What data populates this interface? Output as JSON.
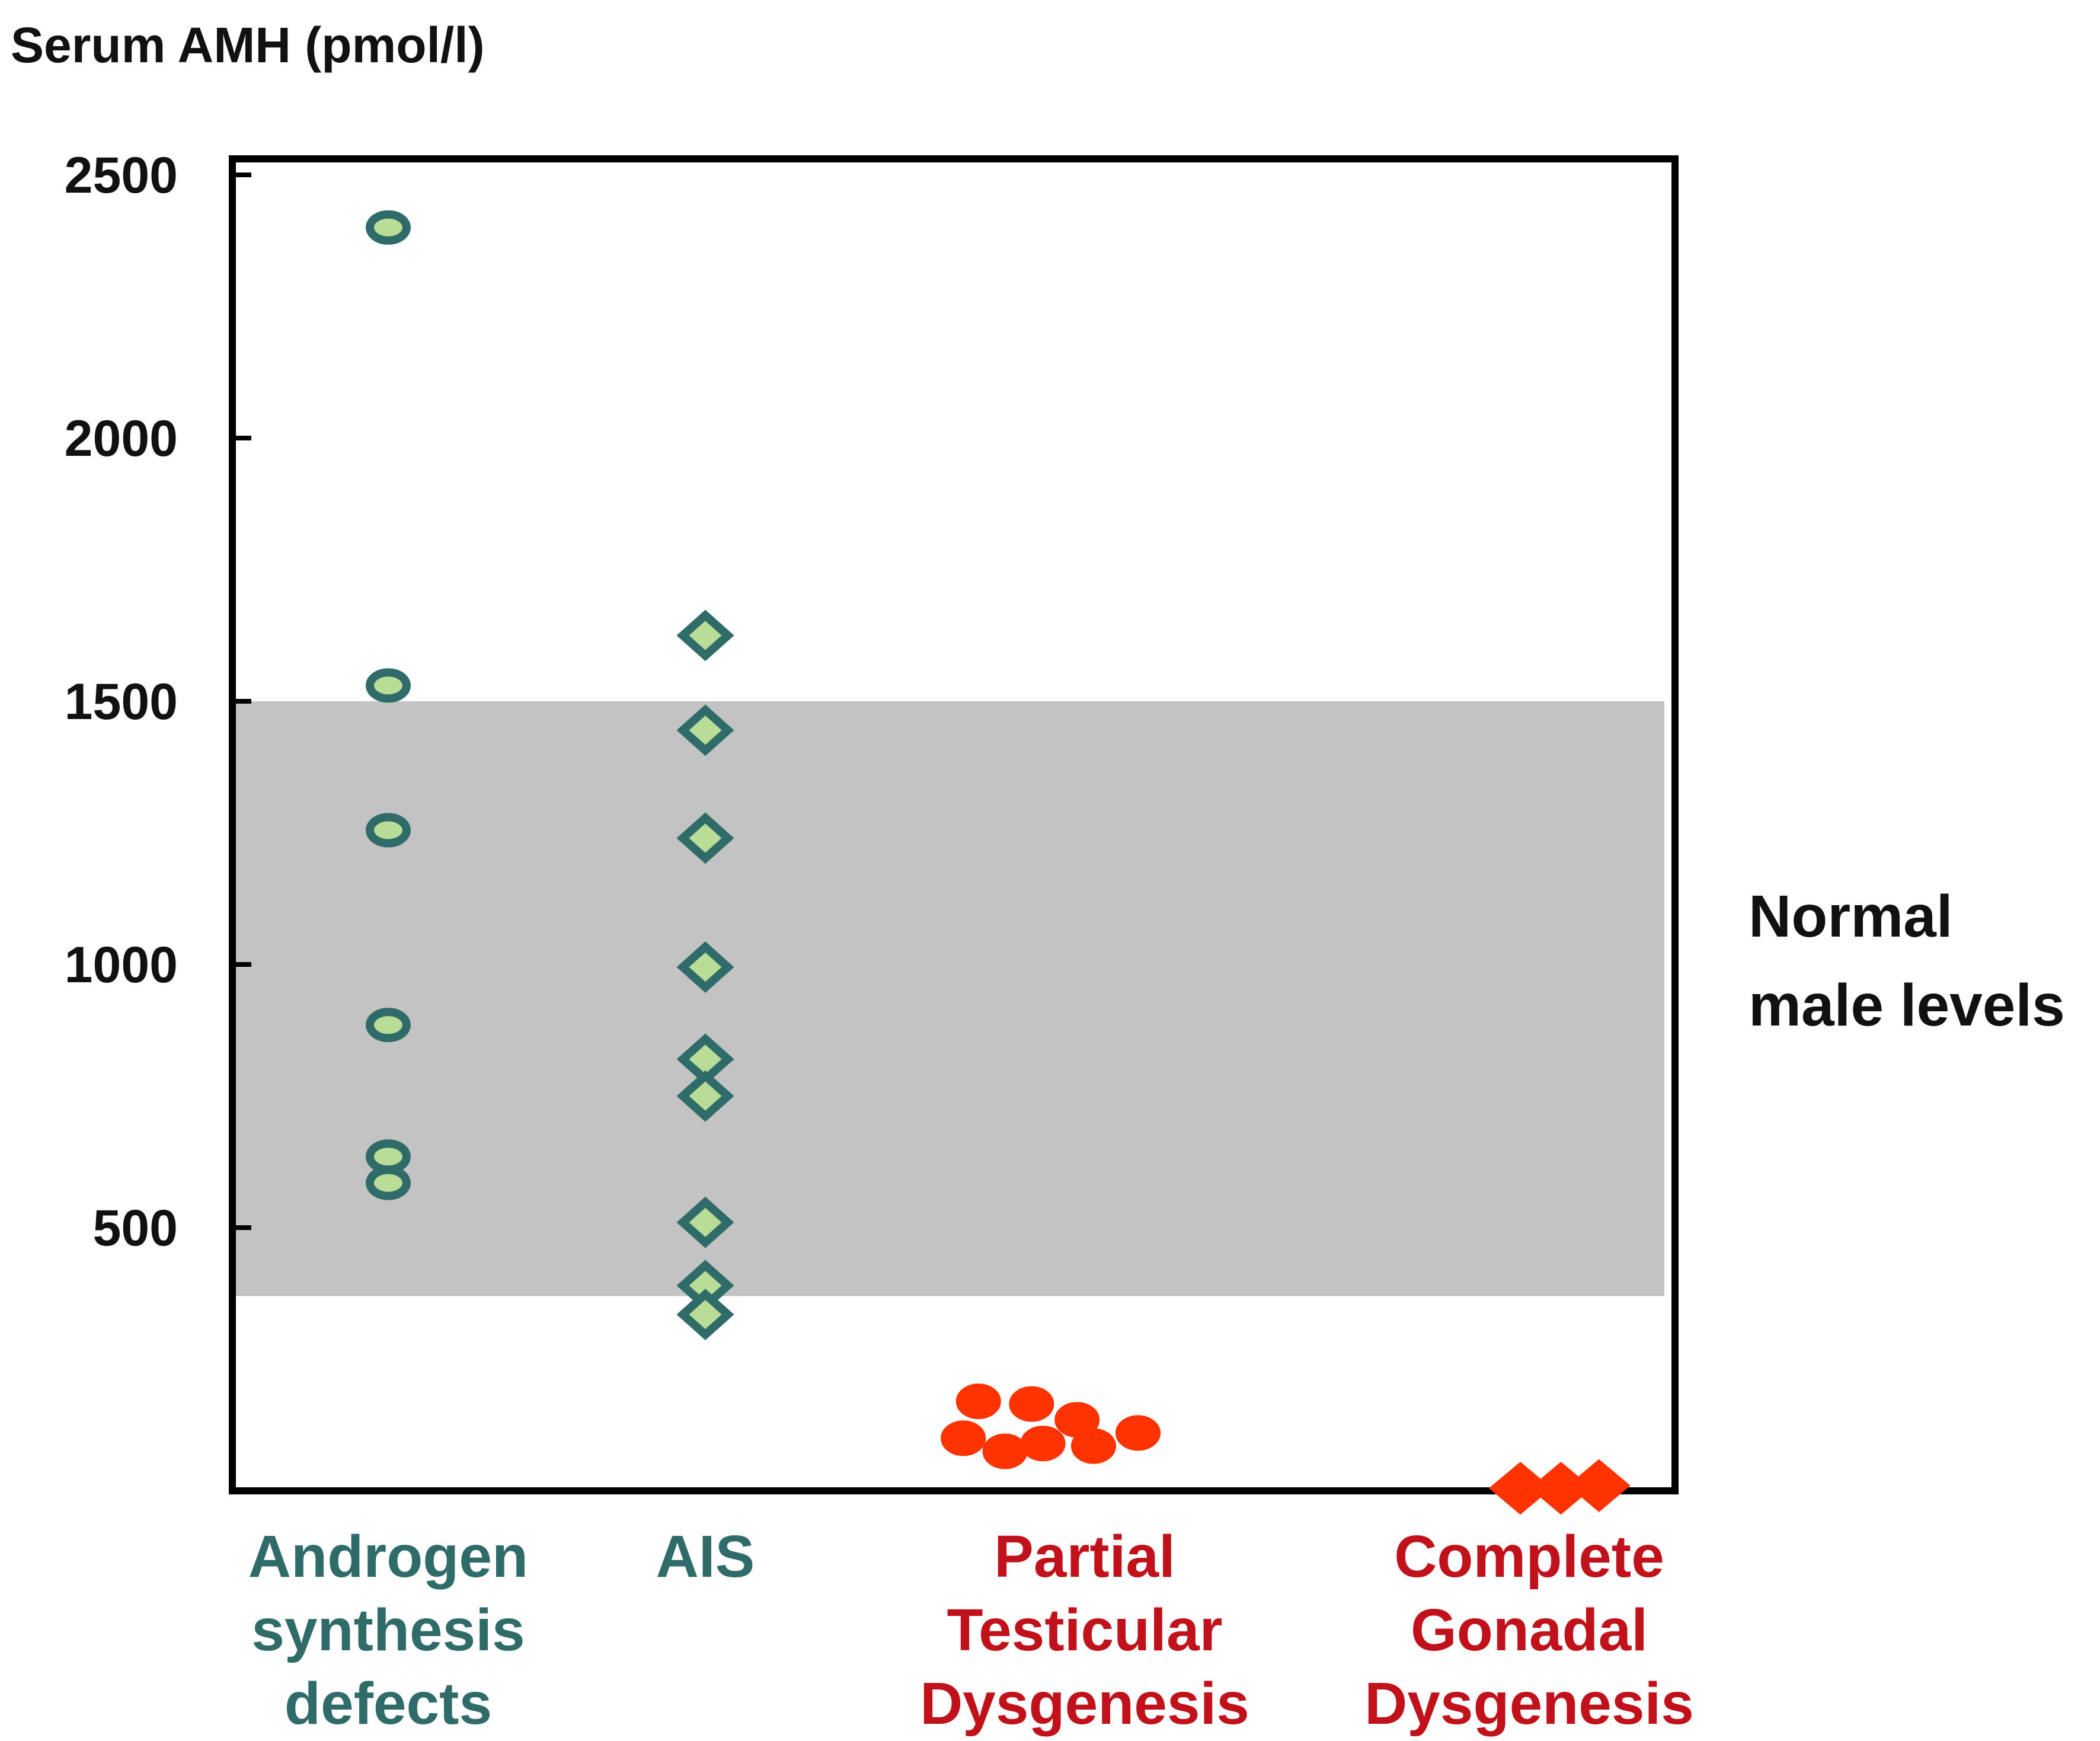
{
  "chart_data": {
    "type": "scatter",
    "title": "",
    "ylabel": "Serum AMH (pmol/l)",
    "xlabel": "",
    "ylim": [
      0,
      2500
    ],
    "yticks": [
      500,
      1000,
      1500,
      2000,
      2500
    ],
    "grid": false,
    "reference_band": {
      "label_lines": [
        "Normal",
        "male levels"
      ],
      "from": 370,
      "to": 1500
    },
    "categories": [
      {
        "name": "androgen",
        "label_lines": [
          "Androgen",
          "synthesis",
          "defects"
        ],
        "color": "#2f6b68"
      },
      {
        "name": "ais",
        "label_lines": [
          "AIS"
        ],
        "color": "#2f6b68"
      },
      {
        "name": "ptd",
        "label_lines": [
          "Partial",
          "Testicular",
          "Dysgenesis"
        ],
        "color": "#c1111a"
      },
      {
        "name": "cgd",
        "label_lines": [
          "Complete",
          "Gonadal",
          "Dysgenesis"
        ],
        "color": "#c1111a"
      }
    ],
    "series": [
      {
        "category": 0,
        "marker": "ellipse",
        "fill": "#b9dc97",
        "stroke": "#2f6b68",
        "points": [
          {
            "x": 0,
            "y": 2400
          },
          {
            "x": 0,
            "y": 1530
          },
          {
            "x": 0,
            "y": 1255
          },
          {
            "x": 0,
            "y": 885
          },
          {
            "x": 0,
            "y": 635
          },
          {
            "x": 0,
            "y": 585
          }
        ]
      },
      {
        "category": 1,
        "marker": "diamond",
        "fill": "#b9dc97",
        "stroke": "#2f6b68",
        "points": [
          {
            "x": 1,
            "y": 1625
          },
          {
            "x": 1,
            "y": 1445
          },
          {
            "x": 1,
            "y": 1240
          },
          {
            "x": 1,
            "y": 995
          },
          {
            "x": 1,
            "y": 820
          },
          {
            "x": 1,
            "y": 750
          },
          {
            "x": 1,
            "y": 510
          },
          {
            "x": 1,
            "y": 390
          },
          {
            "x": 1,
            "y": 335
          }
        ]
      },
      {
        "category": 2,
        "marker": "ellipse",
        "fill": "#ff3300",
        "stroke": "#ff3300",
        "points": [
          {
            "x": 1.72,
            "y": 170
          },
          {
            "x": 1.86,
            "y": 165
          },
          {
            "x": 1.98,
            "y": 135
          },
          {
            "x": 1.68,
            "y": 100
          },
          {
            "x": 1.79,
            "y": 75
          },
          {
            "x": 1.89,
            "y": 90
          },
          {
            "x": 2.02,
            "y": 85
          },
          {
            "x": 2.12,
            "y": 110
          }
        ]
      },
      {
        "category": 3,
        "marker": "diamond",
        "fill": "#ff3300",
        "stroke": "#ff3300",
        "points": [
          {
            "x": 2.98,
            "y": 5
          },
          {
            "x": 3.1,
            "y": 5
          },
          {
            "x": 3.22,
            "y": 10
          }
        ]
      }
    ]
  }
}
